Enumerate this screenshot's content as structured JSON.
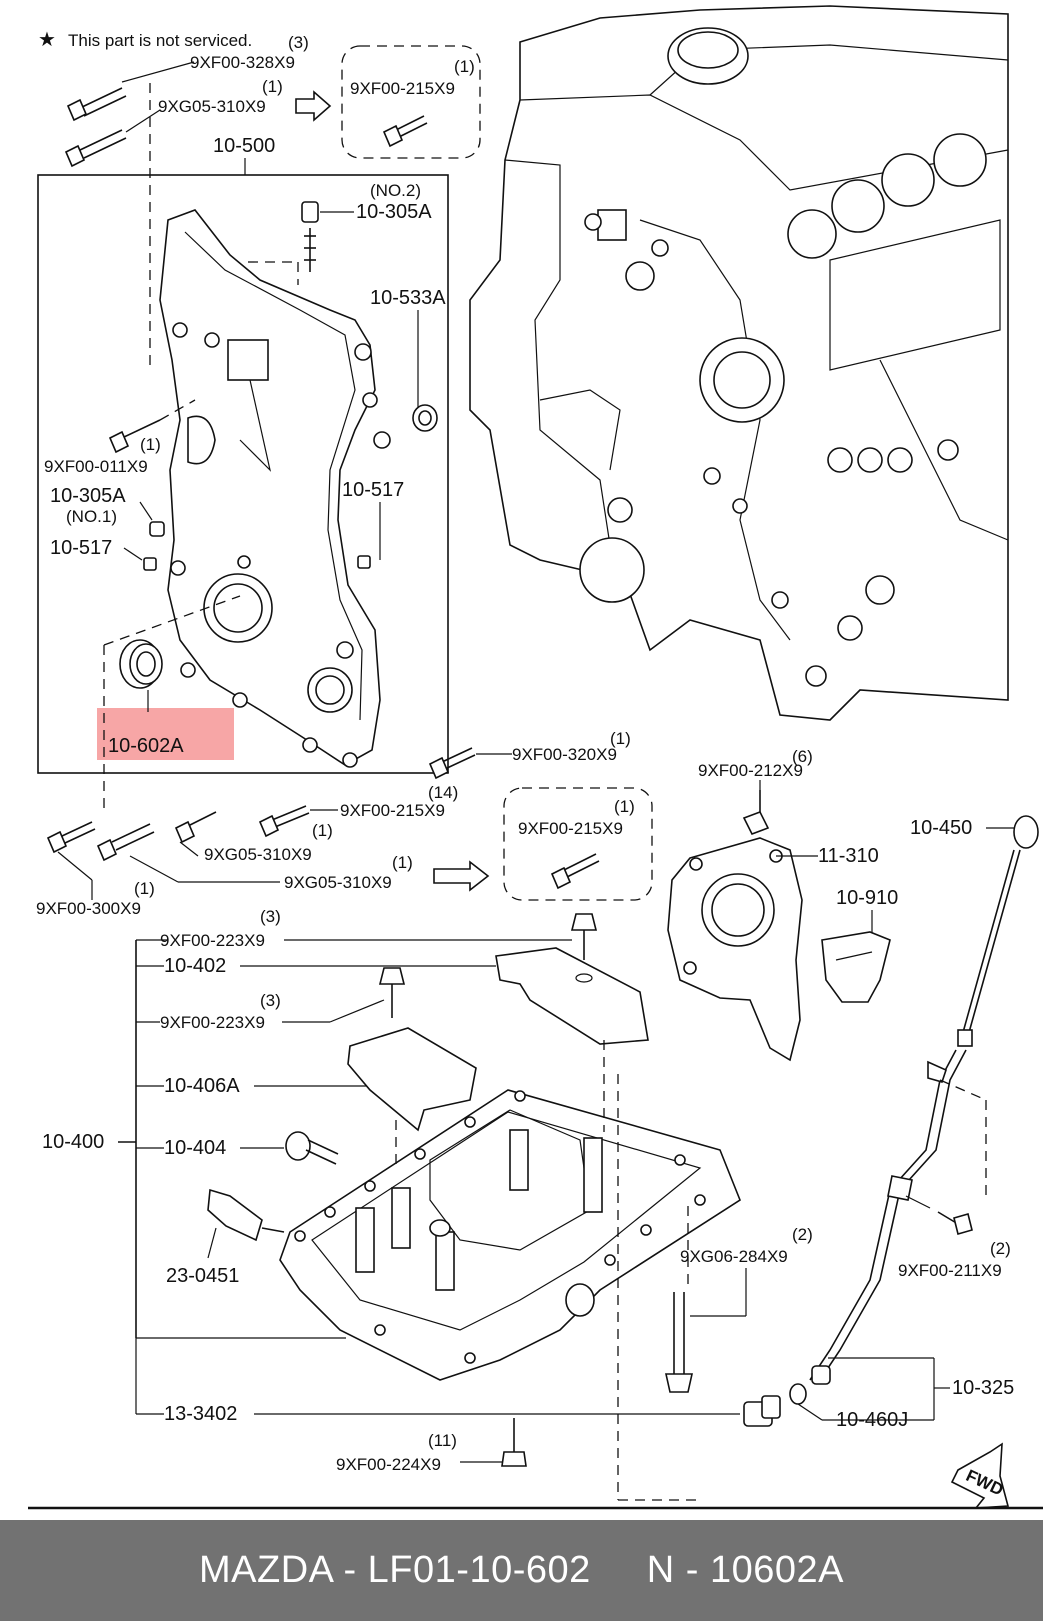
{
  "note": "This part is not serviced.",
  "labels": {
    "q3a": "(3)",
    "p_9XF00_328X9": "9XF00-328X9",
    "q1a": "(1)",
    "p_9XG05_310X9_a": "9XG05-310X9",
    "q1b": "(1)",
    "p_9XF00_215X9_a": "9XF00-215X9",
    "p_10_500": "10-500",
    "no2": "(NO.2)",
    "p_10_305A_a": "10-305A",
    "p_10_533A": "10-533A",
    "q1c": "(1)",
    "p_9XF00_011X9": "9XF00-011X9",
    "p_10_305A_b": "10-305A",
    "no1": "(NO.1)",
    "p_10_517_a": "10-517",
    "p_10_517_b": "10-517",
    "p_10_602A": "10-602A",
    "q1d": "(1)",
    "p_9XF00_320X9": "9XF00-320X9",
    "q6": "(6)",
    "p_9XF00_212X9": "9XF00-212X9",
    "q14": "(14)",
    "p_9XF00_215X9_b": "9XF00-215X9",
    "q1e": "(1)",
    "p_9XG05_310X9_b": "9XG05-310X9",
    "q1f": "(1)",
    "p_9XG05_310X9_c": "9XG05-310X9",
    "q1g": "(1)",
    "p_9XF00_300X9": "9XF00-300X9",
    "q1h": "(1)",
    "p_9XF00_215X9_c": "9XF00-215X9",
    "p_10_450": "10-450",
    "p_11_310": "11-310",
    "p_10_910": "10-910",
    "q3b": "(3)",
    "p_9XF00_223X9_a": "9XF00-223X9",
    "p_10_402": "10-402",
    "q3c": "(3)",
    "p_9XF00_223X9_b": "9XF00-223X9",
    "p_10_406A": "10-406A",
    "p_10_400": "10-400",
    "p_10_404": "10-404",
    "p_23_0451": "23-0451",
    "q2a": "(2)",
    "p_9XG06_284X9": "9XG06-284X9",
    "q2b": "(2)",
    "p_9XF00_211X9": "9XF00-211X9",
    "p_10_325": "10-325",
    "p_10_460J": "10-460J",
    "p_13_3402": "13-3402",
    "q11": "(11)",
    "p_9XF00_224X9": "9XF00-224X9",
    "fwd": "FWD"
  },
  "footer": {
    "brand_part": "MAZDA - LF01-10-602",
    "alt_part": "N - 10602A"
  },
  "colors": {
    "highlight": "#f7a6a6",
    "footer_bg": "#727272",
    "footer_text": "#ffffff"
  }
}
